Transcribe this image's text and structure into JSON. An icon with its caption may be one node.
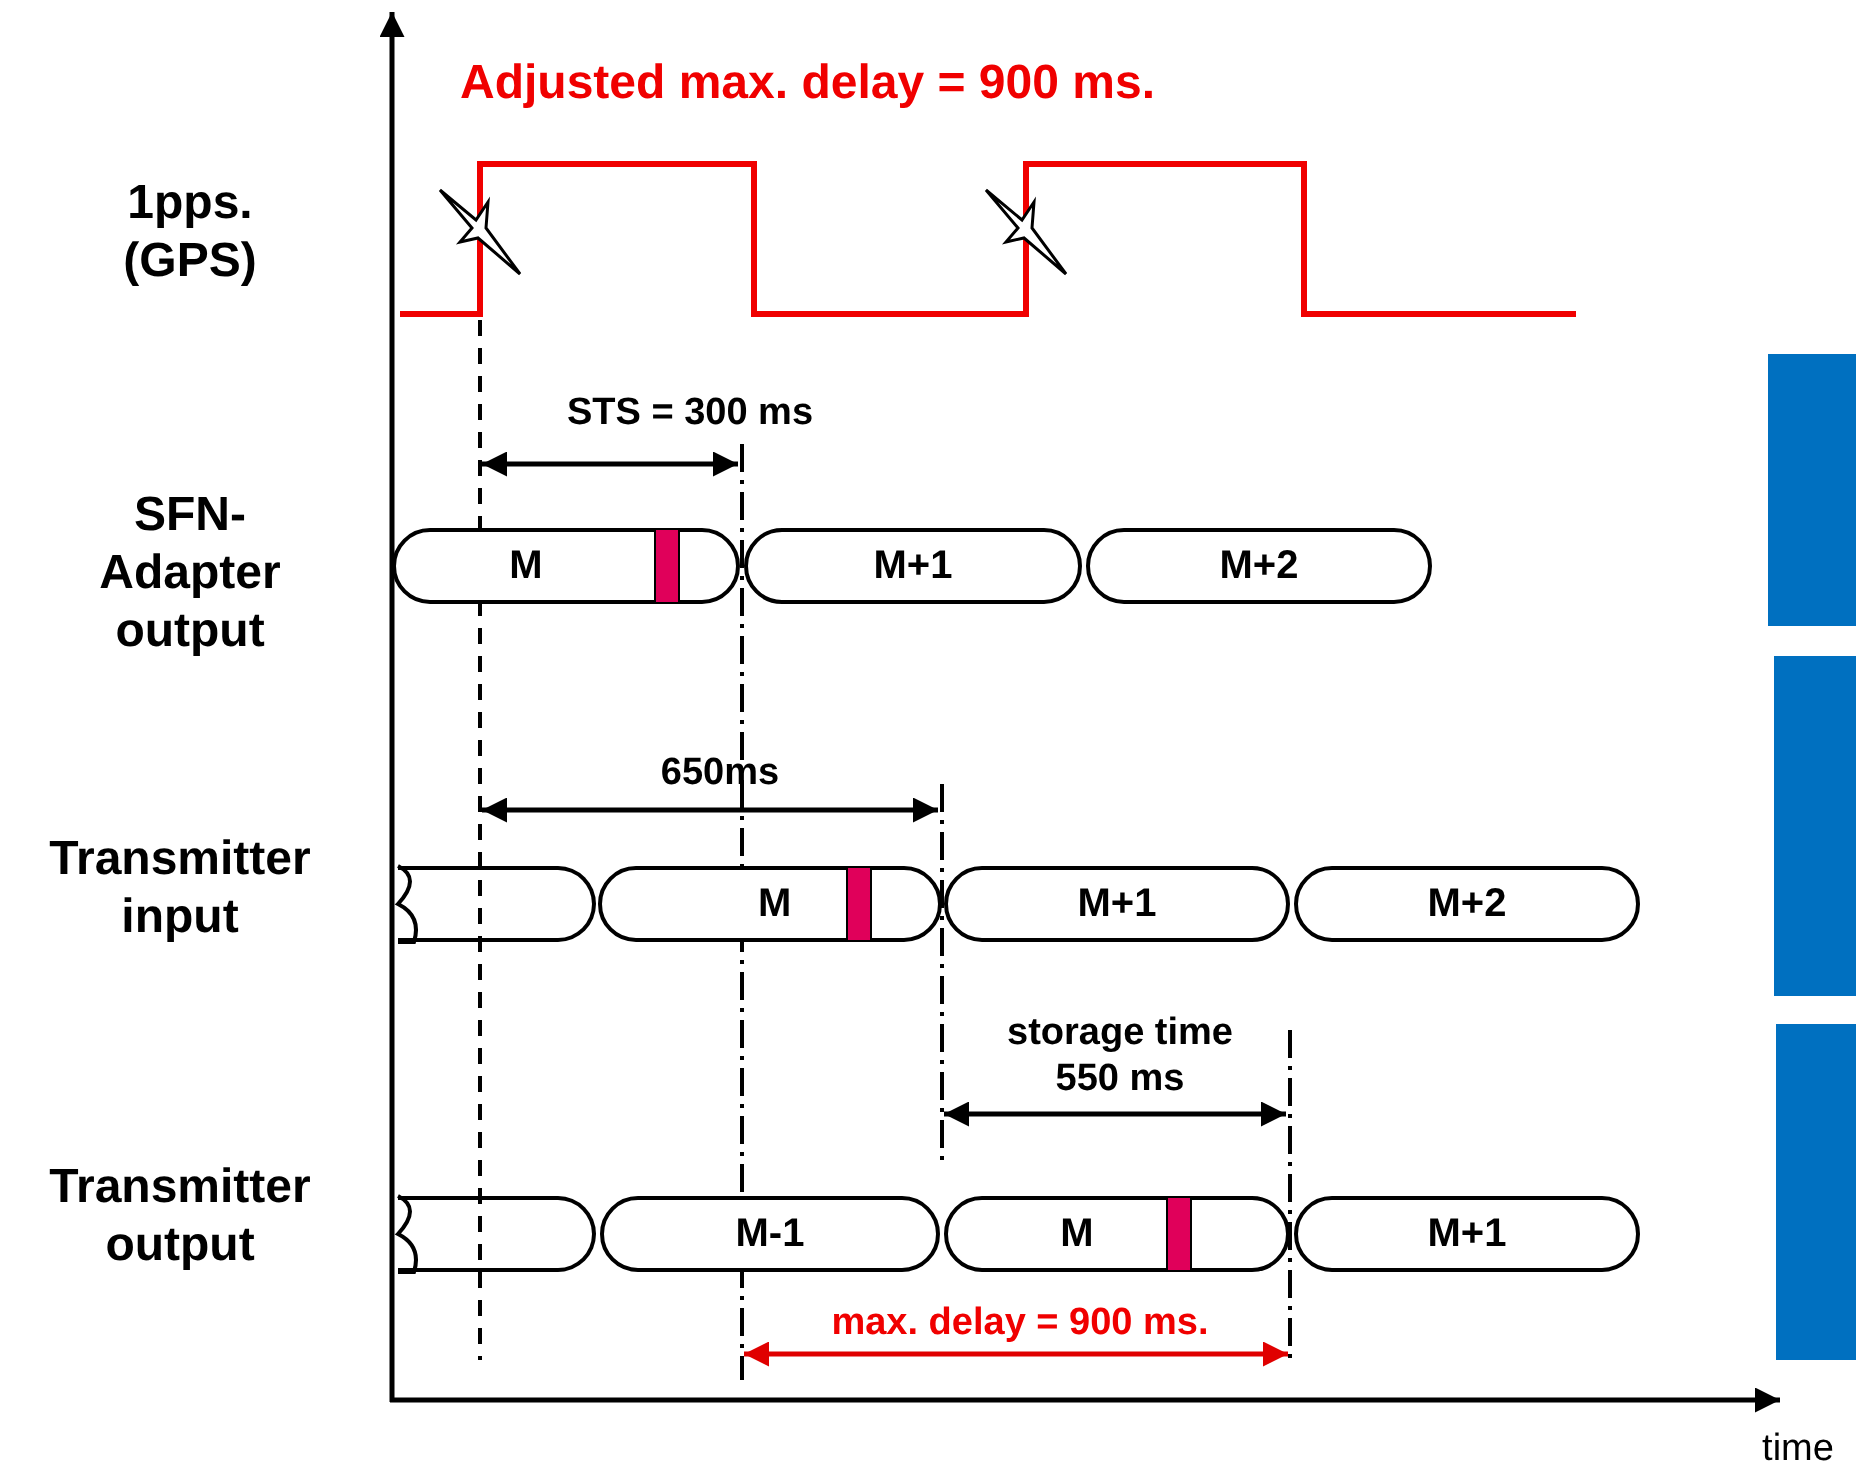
{
  "diagram": {
    "nodes": [
      {
        "text": [
          "M"
        ]
      },
      {
        "text": [
          "M+1"
        ]
      },
      {
        "text": [
          "M+2"
        ]
      },
      {
        "text": [],
        "shape": "box"
      },
      {
        "text": [
          "M"
        ]
      },
      {
        "text": [
          "M+1"
        ]
      },
      {
        "text": [
          "M+2"
        ]
      },
      {
        "text": [],
        "shape": "box"
      },
      {
        "text": [
          "M-1"
        ]
      },
      {
        "text": [
          "M"
        ]
      },
      {
        "text": [
          "M+1"
        ]
      }
    ],
    "labels": [
      "Adjusted max. delay = 900 ms.",
      "1pps. (GPS)",
      "STS = 300 ms",
      "SFN- Adapter output",
      "650ms",
      "Transmitter input",
      "storage time 550 ms",
      "Transmitter output",
      "max. delay = 900 ms.",
      "time"
    ]
  }
}
